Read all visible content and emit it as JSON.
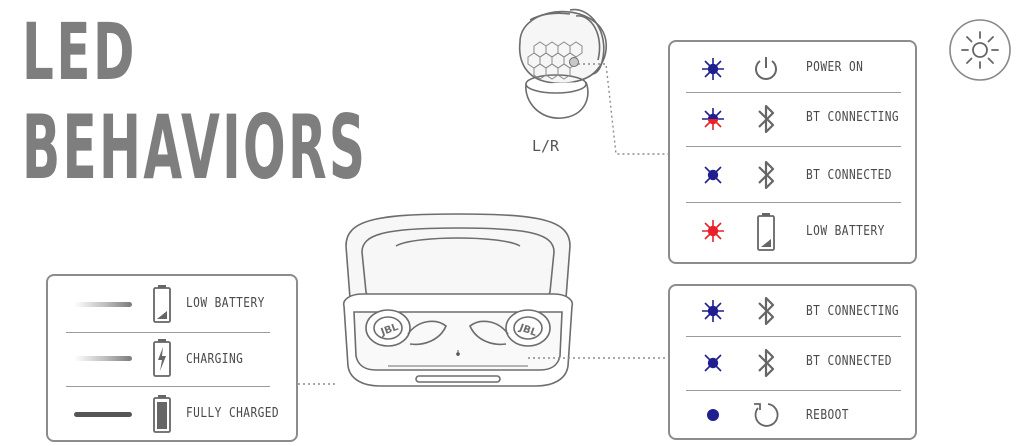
{
  "title": {
    "line1": "LED",
    "line2": "BEHAVIORS"
  },
  "earbud": {
    "caption": "L/R"
  },
  "case": {
    "brand": "JBL"
  },
  "earbud_panel": {
    "rows": [
      {
        "label": "POWER ON",
        "led": "blue-flash",
        "icon": "power-icon"
      },
      {
        "label": "BT CONNECTING",
        "led": "blue-red-flash",
        "icon": "bluetooth-icon"
      },
      {
        "label": "BT CONNECTED",
        "led": "blue-slow",
        "icon": "bluetooth-icon"
      },
      {
        "label": "LOW BATTERY",
        "led": "red-flash",
        "icon": "low-battery-icon"
      }
    ]
  },
  "case_panel": {
    "rows": [
      {
        "label": "LOW BATTERY",
        "bar": "fading",
        "icon": "low-battery-icon"
      },
      {
        "label": "CHARGING",
        "bar": "fading",
        "icon": "charging-battery-icon"
      },
      {
        "label": "FULLY CHARGED",
        "bar": "solid",
        "icon": "full-battery-icon"
      }
    ]
  },
  "case_earbud_panel": {
    "rows": [
      {
        "label": "BT CONNECTING",
        "led": "blue-flash",
        "icon": "bluetooth-icon"
      },
      {
        "label": "BT CONNECTED",
        "led": "blue-slow",
        "icon": "bluetooth-icon"
      },
      {
        "label": "REBOOT",
        "led": "blue-solid",
        "icon": "reboot-icon"
      }
    ]
  },
  "colors": {
    "title_gray": "#7e7e7e",
    "led_blue": "#1f1f8f",
    "led_red": "#e8202a",
    "line_gray": "#8c8c8c"
  }
}
